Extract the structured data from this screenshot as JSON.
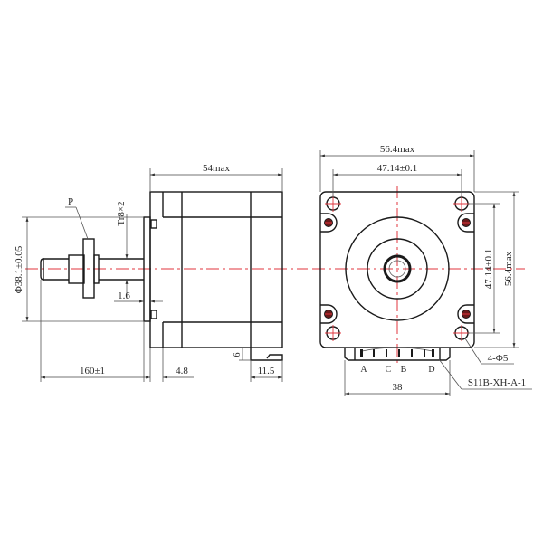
{
  "drawing": {
    "title": "Stepper motor dimension drawing",
    "colors": {
      "outline": "#1a1a1a",
      "dimension": "#444444",
      "centerline": "#e0343c",
      "background": "#ffffff"
    }
  },
  "side_view": {
    "labels": {
      "body_length": "54max",
      "pilot_diameter": "Φ38.1±0.05",
      "lead_screw": "Tr8×2",
      "nut_label": "P",
      "flange_thickness": "1.6",
      "screw_length": "160±1",
      "pilot_depth": "4.8",
      "connector_height": "6",
      "connector_length": "11.5"
    }
  },
  "front_view": {
    "labels": {
      "body_width": "56.4max",
      "hole_spacing_h": "47.14±0.1",
      "hole_spacing_v": "47.14±0.1",
      "body_height": "56.4max",
      "mount_holes": "4-Φ5",
      "connector_width": "38",
      "connector_part": "S11B-XH-A-1"
    },
    "pins": [
      "A",
      "C",
      "B",
      "D"
    ]
  }
}
